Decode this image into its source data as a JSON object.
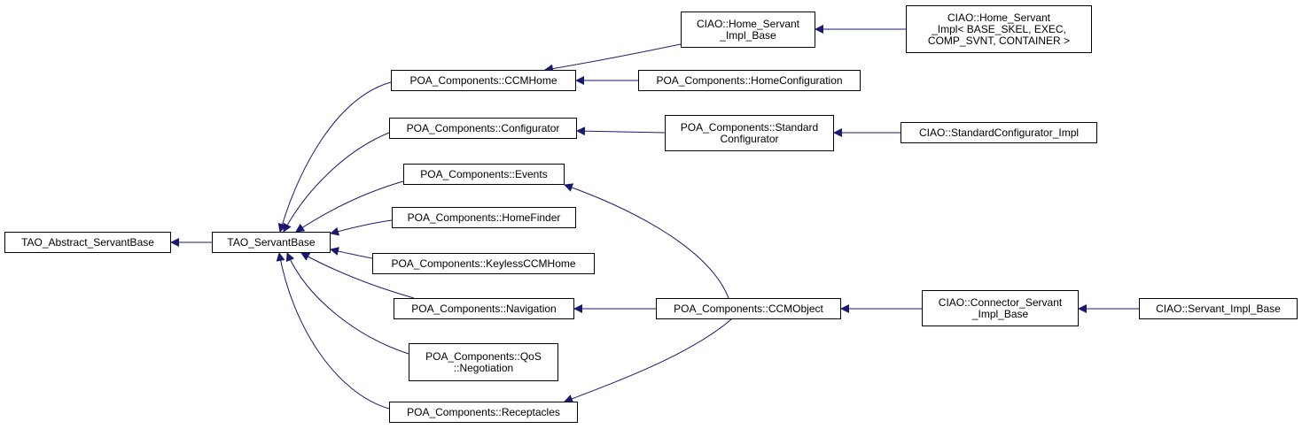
{
  "colors": {
    "edge": "#191970",
    "node_border": "#000000",
    "node_fill": "#ffffff"
  },
  "nodes": {
    "tao_abstract_servant_base": "TAO_Abstract_ServantBase",
    "tao_servant_base": "TAO_ServantBase",
    "ccm_home": "POA_Components::CCMHome",
    "configurator": "POA_Components::Configurator",
    "events": "POA_Components::Events",
    "home_finder": "POA_Components::HomeFinder",
    "keyless_ccm_home": "POA_Components::KeylessCCMHome",
    "navigation": "POA_Components::Navigation",
    "qos_negotiation": "POA_Components::QoS\n::Negotiation",
    "receptacles": "POA_Components::Receptacles",
    "home_servant_impl_base": "CIAO::Home_Servant\n_Impl_Base",
    "home_configuration": "POA_Components::HomeConfiguration",
    "standard_configurator": "POA_Components::Standard\nConfigurator",
    "ccm_object": "POA_Components::CCMObject",
    "home_servant_impl": "CIAO::Home_Servant\n_Impl< BASE_SKEL, EXEC,\nCOMP_SVNT, CONTAINER >",
    "standard_configurator_impl": "CIAO::StandardConfigurator_Impl",
    "connector_servant_impl_base": "CIAO::Connector_Servant\n_Impl_Base",
    "servant_impl_base": "CIAO::Servant_Impl_Base"
  },
  "edges": [
    {
      "from": "tao_servant_base",
      "to": "tao_abstract_servant_base"
    },
    {
      "from": "ccm_home",
      "to": "tao_servant_base"
    },
    {
      "from": "configurator",
      "to": "tao_servant_base"
    },
    {
      "from": "events",
      "to": "tao_servant_base"
    },
    {
      "from": "home_finder",
      "to": "tao_servant_base"
    },
    {
      "from": "keyless_ccm_home",
      "to": "tao_servant_base"
    },
    {
      "from": "navigation",
      "to": "tao_servant_base"
    },
    {
      "from": "qos_negotiation",
      "to": "tao_servant_base"
    },
    {
      "from": "receptacles",
      "to": "tao_servant_base"
    },
    {
      "from": "home_servant_impl_base",
      "to": "ccm_home"
    },
    {
      "from": "home_configuration",
      "to": "ccm_home"
    },
    {
      "from": "home_servant_impl",
      "to": "home_servant_impl_base"
    },
    {
      "from": "standard_configurator",
      "to": "configurator"
    },
    {
      "from": "standard_configurator_impl",
      "to": "standard_configurator"
    },
    {
      "from": "ccm_object",
      "to": "events"
    },
    {
      "from": "ccm_object",
      "to": "navigation"
    },
    {
      "from": "ccm_object",
      "to": "receptacles"
    },
    {
      "from": "connector_servant_impl_base",
      "to": "ccm_object"
    },
    {
      "from": "servant_impl_base",
      "to": "connector_servant_impl_base"
    }
  ]
}
